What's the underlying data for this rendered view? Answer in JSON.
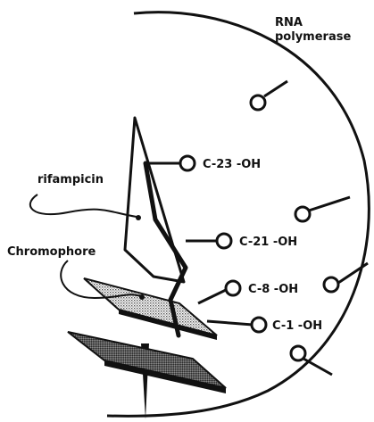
{
  "labels": {
    "enzyme_line1": "RNA",
    "enzyme_line2": "polymerase",
    "drug": "rifampicin",
    "chromophore": "Chromophore",
    "c23": "C-23 -OH",
    "c21": "C-21 -OH",
    "c8": "C-8 -OH",
    "c1": "C-1 -OH"
  }
}
